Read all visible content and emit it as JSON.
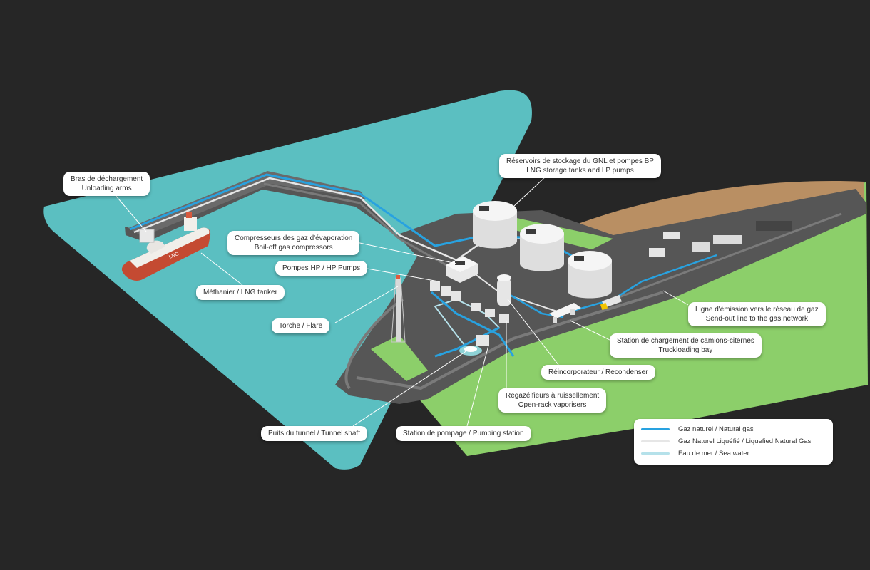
{
  "colors": {
    "background": "#262626",
    "sea": "#5bbfc1",
    "land": "#8ccf6a",
    "sand": "#b98f63",
    "platform": "#565656",
    "road": "#7a7a7a",
    "natural_gas": "#28a2e0",
    "lng": "#e6e6e6",
    "sea_water": "#b5e1ea"
  },
  "callouts": {
    "unloading_arms": {
      "fr": "Bras de déchargement",
      "en": "Unloading arms"
    },
    "storage_tanks": {
      "fr": "Réservoirs de stockage du GNL et pompes BP",
      "en": "LNG storage tanks and LP pumps"
    },
    "boiloff": {
      "fr": "Compresseurs des gaz d'évaporation",
      "en": "Boil-off gas compressors"
    },
    "hp_pumps": {
      "text": "Pompes HP / HP Pumps"
    },
    "tanker": {
      "text": "Méthanier / LNG tanker"
    },
    "flare": {
      "text": "Torche / Flare"
    },
    "sendout": {
      "fr": "Ligne d'émission vers le réseau de gaz",
      "en": "Send-out line to the gas network"
    },
    "truckloading": {
      "fr": "Station de chargement de camions-citernes",
      "en": "Truckloading bay"
    },
    "recondenser": {
      "text": "Réincorporateur / Recondenser"
    },
    "vaporisers": {
      "fr": "Regazéifieurs à ruissellement",
      "en": "Open-rack vaporisers"
    },
    "tunnel": {
      "text": "Puits du tunnel / Tunnel shaft"
    },
    "pumping": {
      "text": "Station de pompage / Pumping station"
    }
  },
  "legend": {
    "items": [
      {
        "label": "Gaz naturel / Natural gas",
        "color": "#28a2e0"
      },
      {
        "label": "Gaz Naturel Liquéfié / Liquefied Natural Gas",
        "color": "#e6e6e6"
      },
      {
        "label": "Eau de mer / Sea water",
        "color": "#b5e1ea"
      }
    ]
  },
  "labels": {
    "ship_marking": "LNG"
  }
}
